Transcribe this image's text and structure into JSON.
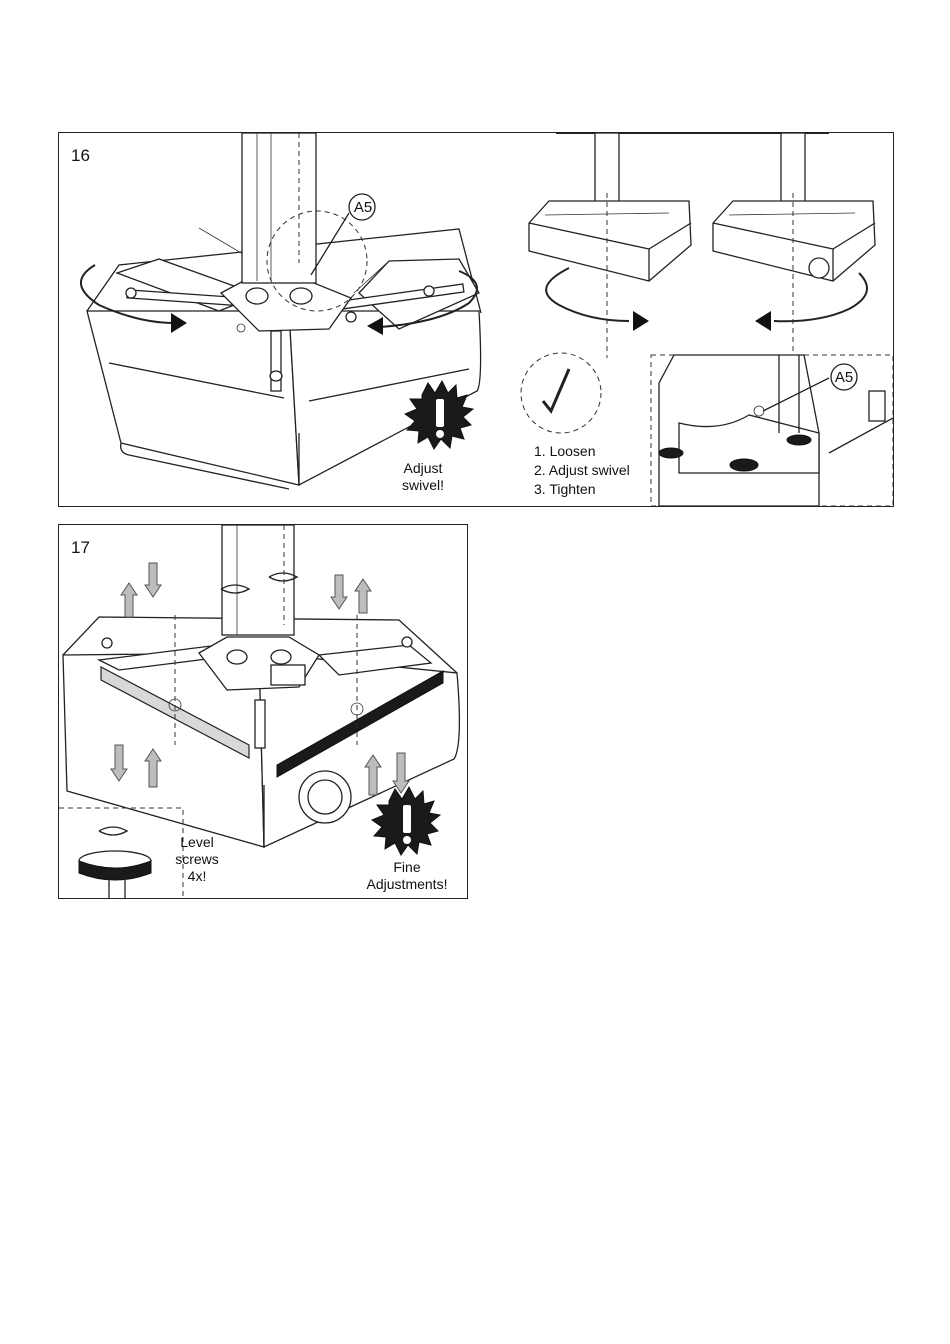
{
  "panel16": {
    "step_number": "16",
    "callout_a5_main": "A5",
    "callout_a5_detail": "A5",
    "warning": [
      "Adjust",
      "swivel!"
    ],
    "steps": [
      "1. Loosen",
      "2. Adjust swivel",
      "3. Tighten"
    ]
  },
  "panel17": {
    "step_number": "17",
    "level_label": [
      "Level",
      "screws",
      "4x!"
    ],
    "warning": [
      "Fine",
      "Adjustments!"
    ]
  }
}
